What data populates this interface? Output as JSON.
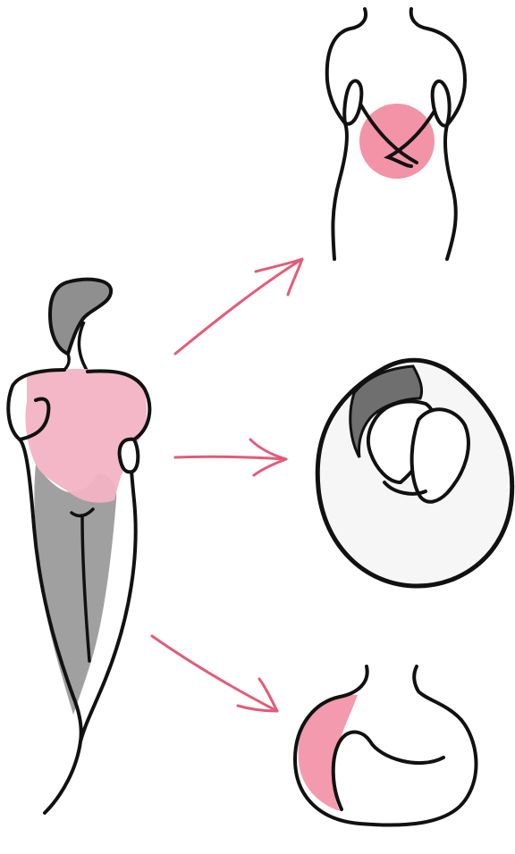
{
  "illustration": {
    "colors": {
      "background": "#ffffff",
      "ink": "#111111",
      "arrow": "#e35b78",
      "pink_wash": "#f2b3c4",
      "pink_accent": "#ee6f8b",
      "grey_wash": "#8f8f8f",
      "grey_dark": "#6f6f6f",
      "paper": "#f6f6f6"
    },
    "panels": [
      "figure-standing",
      "torso-closeup",
      "curled-figure",
      "rounded-back"
    ],
    "arrows": 3
  }
}
